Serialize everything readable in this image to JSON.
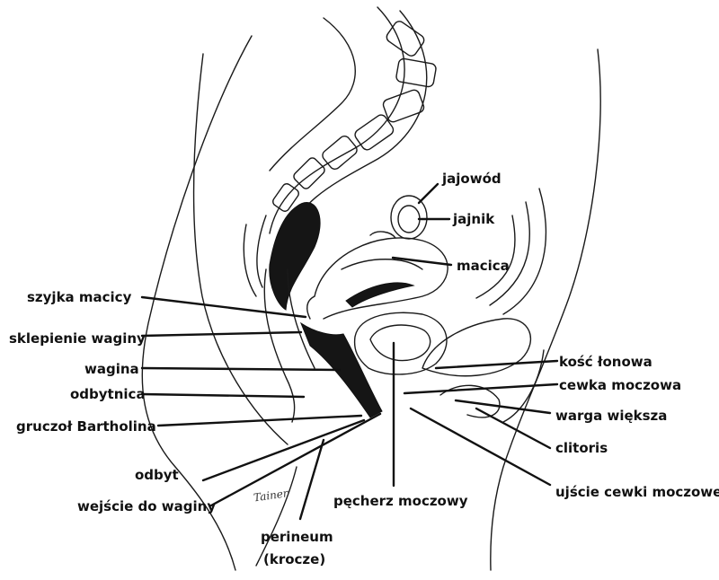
{
  "labels": {
    "jajowod": "jajowód",
    "jajnik": "jajnik",
    "macica": "macica",
    "szyjka_macicy": "szyjka macicy",
    "sklepienie_waginy": "sklepienie waginy",
    "wagina": "wagina",
    "odbytnica": "odbytnica",
    "gruczol_bartholina": "gruczoł Bartholina",
    "odbyt": "odbyt",
    "wejscie_do_waginy": "wejście do waginy",
    "pecherz_moczowy": "pęcherz moczowy",
    "perineum": "perineum",
    "krocze": "(krocze)",
    "kosc_lonowa": "kość łonowa",
    "cewka_moczowa": "cewka moczowa",
    "warga_wieksza": "warga większa",
    "clitoris": "clitoris",
    "ujscie_cewki_moczowej": "ujście cewki moczowej"
  },
  "signature": "Tainer"
}
